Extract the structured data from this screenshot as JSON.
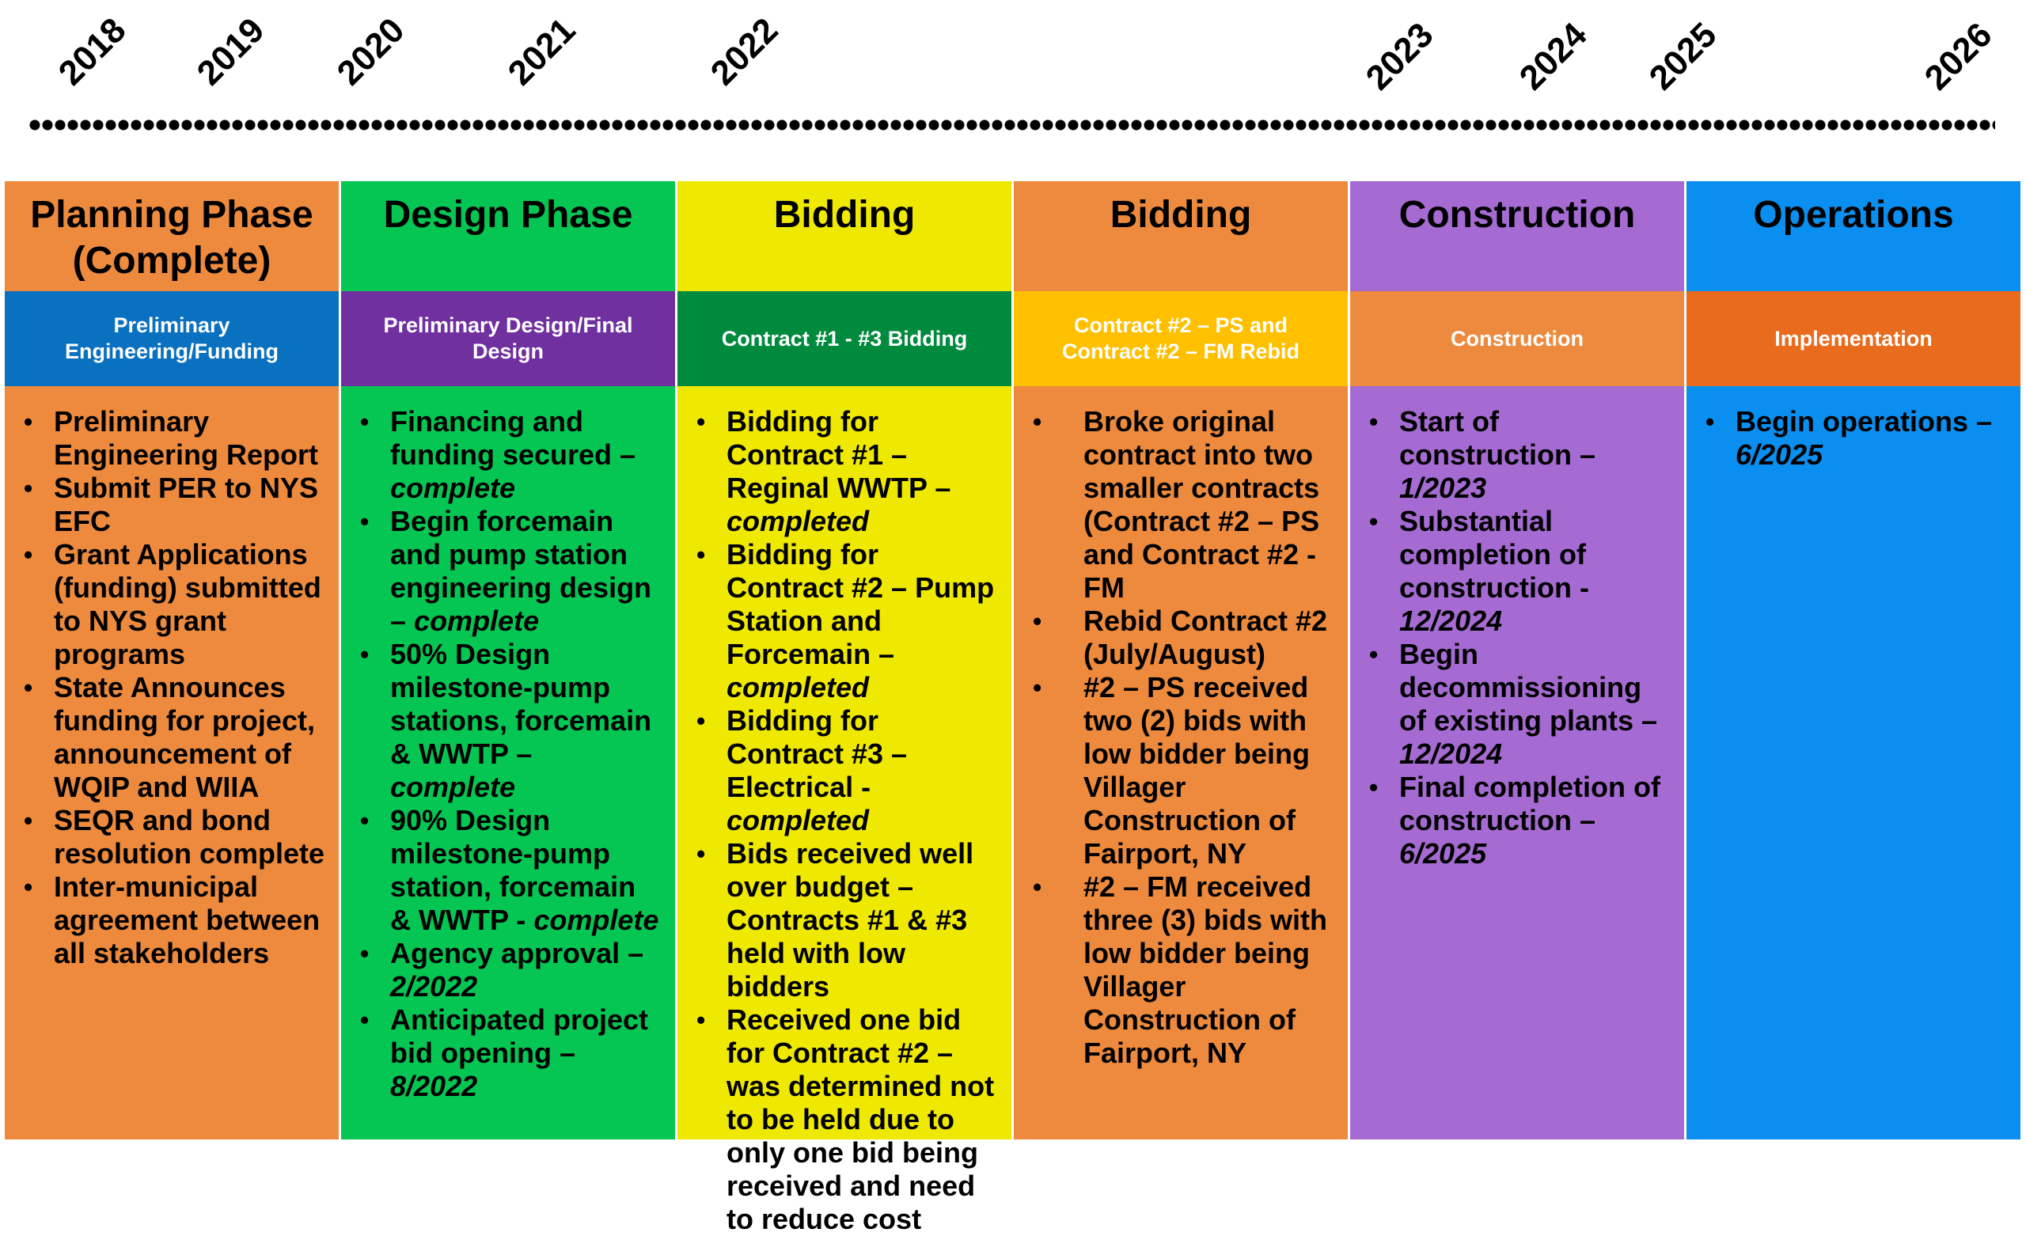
{
  "timeline": {
    "years": [
      "2018",
      "2019",
      "2020",
      "2021",
      "2022",
      "2023",
      "2024",
      "2025",
      "2026"
    ]
  },
  "columns": [
    {
      "title": "Planning Phase (Complete)",
      "subtitle": "Preliminary Engineering/Funding",
      "colors": {
        "head": "#ED8A3D",
        "sub": "#0A70C0",
        "body": "#ED8A3D"
      },
      "items": [
        {
          "text": "Preliminary Engineering Report",
          "status": ""
        },
        {
          "text": "Submit PER to NYS EFC",
          "status": ""
        },
        {
          "text": "Grant Applications (funding) submitted to NYS grant programs",
          "status": ""
        },
        {
          "text": "State Announces funding for project, announcement of WQIP and WIIA",
          "status": ""
        },
        {
          "text": "SEQR and bond resolution complete",
          "status": ""
        },
        {
          "text": "Inter-municipal agreement between all stakeholders",
          "status": ""
        }
      ]
    },
    {
      "title": "Design Phase",
      "subtitle": "Preliminary Design/Final Design",
      "colors": {
        "head": "#05C653",
        "sub": "#7030A0",
        "body": "#05C653"
      },
      "items": [
        {
          "text": "Financing and funding secured –",
          "status": "complete"
        },
        {
          "text": "Begin forcemain and pump station engineering design –",
          "status": "complete"
        },
        {
          "text": "50% Design milestone-pump stations, forcemain & WWTP –",
          "status": "complete"
        },
        {
          "text": "90% Design milestone-pump station, forcemain & WWTP -",
          "status": "complete"
        },
        {
          "text": "Agency approval –",
          "status": "2/2022"
        },
        {
          "text": "Anticipated project bid opening –",
          "status": "8/2022"
        }
      ]
    },
    {
      "title": "Bidding",
      "subtitle": "Contract #1 - #3 Bidding",
      "colors": {
        "head": "#EFE800",
        "sub": "#008A3E",
        "body": "#EFE800"
      },
      "items": [
        {
          "text": "Bidding for Contract #1 – Reginal WWTP –",
          "status": "completed"
        },
        {
          "text": "Bidding for Contract #2 – Pump Station and Forcemain –",
          "status": "completed"
        },
        {
          "text": "Bidding for Contract #3 – Electrical -",
          "status": "completed"
        },
        {
          "text": "Bids received well over budget – Contracts #1 & #3 held with low bidders",
          "status": ""
        },
        {
          "text": "Received one bid for Contract #2 – was determined not to be held due to only one bid being received and need to reduce cost",
          "status": ""
        }
      ]
    },
    {
      "title": "Bidding",
      "subtitle": "Contract #2 – PS and Contract #2 – FM Rebid",
      "colors": {
        "head": "#ED8A3D",
        "sub": "#FFC000",
        "body": "#ED8A3D"
      },
      "items": [
        {
          "text": "Broke original contract into two smaller contracts (Contract #2 – PS and Contract #2 - FM",
          "status": ""
        },
        {
          "text": "Rebid Contract #2 (July/August)",
          "status": ""
        },
        {
          "text": "#2 – PS received two (2) bids with low bidder being Villager Construction of Fairport, NY",
          "status": ""
        },
        {
          "text": "#2 – FM received three (3) bids with low bidder being Villager Construction of Fairport, NY",
          "status": ""
        }
      ]
    },
    {
      "title": "Construction",
      "subtitle": "Construction",
      "colors": {
        "head": "#A56BD2",
        "sub": "#ED8A3D",
        "body": "#A56BD2"
      },
      "items": [
        {
          "text": "Start of construction –",
          "status": "1/2023"
        },
        {
          "text": "Substantial completion of construction -",
          "status": "12/2024"
        },
        {
          "text": "Begin decommissioning of existing plants –",
          "status": "12/2024"
        },
        {
          "text": "Final completion of construction –",
          "status": "6/2025"
        }
      ]
    },
    {
      "title": "Operations",
      "subtitle": "Implementation",
      "colors": {
        "head": "#0A8FF0",
        "sub": "#E96B1D",
        "body": "#0A8FF0"
      },
      "items": [
        {
          "text": "Begin operations –",
          "status": "6/2025"
        }
      ]
    }
  ]
}
